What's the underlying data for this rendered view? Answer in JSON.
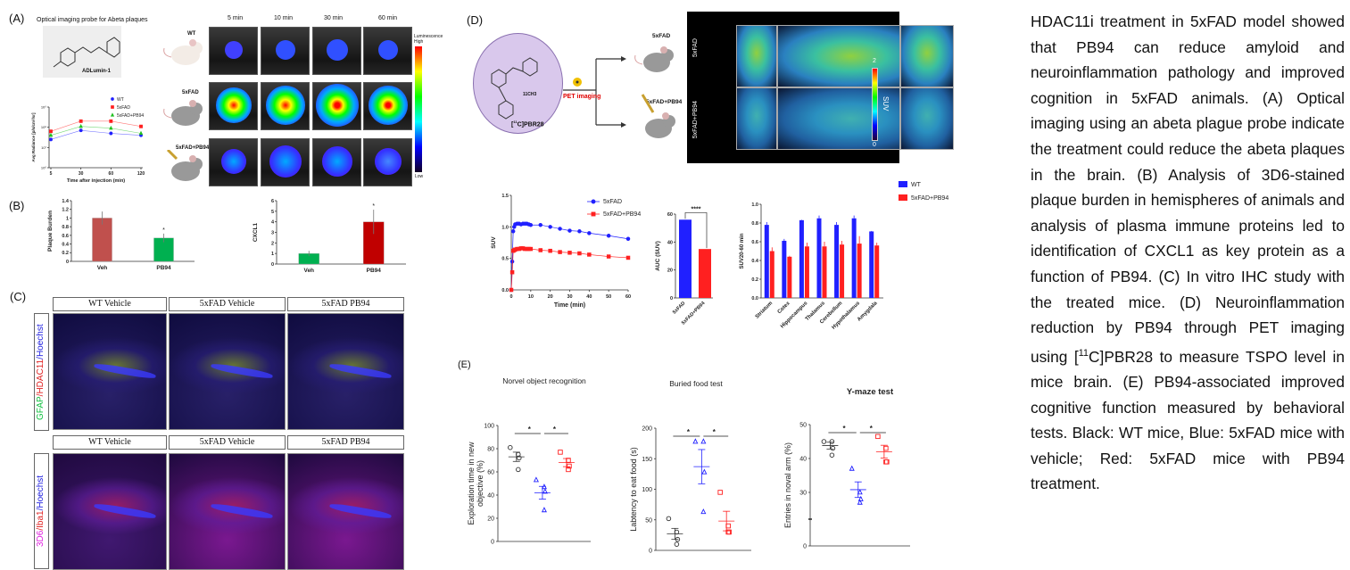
{
  "caption": {
    "before": "HDAC11i treatment in 5xFAD model showed that PB94 can reduce amyloid and neuroinflammation pathology and improved cognition in 5xFAD animals. (A) Optical imaging using an abeta plague probe indicate the treatment could reduce the abeta plaques in the brain. (B) Analysis of 3D6-stained plaque burden in hemispheres of animals and analysis of plasma immune proteins led to identification of CXCL1 as key protein as a function of PB94. (C) In vitro IHC study with the treated mice. (D) Neuroinflammation reduction by PB94 through PET imaging using [",
    "sup": "11",
    "after": "C]PBR28 to measure TSPO level in mice brain. (E) PB94-associated improved cognitive function measured by behavioral tests. Black: WT mice, Blue: 5xFAD mice with vehicle; Red: 5xFAD mice with PB94 treatment."
  },
  "panelA": {
    "label": "(A)",
    "probe_title": "Optical imaging probe for Abeta plaques",
    "probe_name": "ADLumin-1",
    "time_labels": [
      "5 min",
      "10 min",
      "30 min",
      "60 min"
    ],
    "groups": [
      "WT",
      "5xFAD",
      "5xFAD+PB94"
    ],
    "colorbar": {
      "title": "Luminescence",
      "high": "High",
      "low": "Low"
    }
  },
  "panelB": {
    "label": "(B)"
  },
  "panelC": {
    "label": "(C)",
    "columns": [
      "WT Vehicle",
      "5xFAD Vehicle",
      "5xFAD PB94"
    ],
    "row1_stain": {
      "a": "GFAP",
      "b": "/HDAC11",
      "c": "/Hoechst"
    },
    "row2_stain": {
      "a": "3D6",
      "b": "/Iba1",
      "c": "/Hoechst"
    }
  },
  "panelD": {
    "label": "(D)",
    "tracer": {
      "pre": "[",
      "sup": "11",
      "post": "C]PBR28"
    },
    "methyl": "11CH3",
    "pet_label": "PET imaging",
    "groups": [
      "5xFAD",
      "5xFAD+PB94"
    ],
    "colorbar": {
      "title": "SUV",
      "max": "2",
      "min": "0"
    }
  },
  "panelE": {
    "label": "(E)"
  },
  "colors": {
    "wt": "#333333",
    "fad": "#2020ff",
    "pb94": "#ff2020",
    "bar_veh_b1": "#c0504d",
    "bar_pb94_b1": "#00b050",
    "bar_veh_b2": "#00b050",
    "bar_pb94_b2": "#c00000"
  },
  "chart_data": [
    {
      "id": "A-radiance",
      "type": "line",
      "xlabel": "Time after injection (min)",
      "ylabel": "Avg Radiance [p/s/cm²/sr]",
      "x": [
        5,
        30,
        60,
        120
      ],
      "yscale": "log",
      "yticks": [
        "10⁶",
        "10⁷",
        "10⁸",
        "10⁹"
      ],
      "ylim": [
        1000000,
        1000000000
      ],
      "legend": "top-right",
      "series": [
        {
          "name": "WT",
          "values": [
            25000000,
            70000000,
            50000000,
            40000000
          ],
          "color": "#2020ff",
          "marker": "circle"
        },
        {
          "name": "5xFAD",
          "values": [
            63000000,
            200000000,
            200000000,
            110000000
          ],
          "color": "#ff2020",
          "marker": "square"
        },
        {
          "name": "5xFAD+PB94",
          "values": [
            40000000,
            110000000,
            90000000,
            50000000
          ],
          "color": "#20c020",
          "marker": "triangle"
        }
      ]
    },
    {
      "id": "B-plaque",
      "type": "bar",
      "categories": [
        "Veh",
        "PB94"
      ],
      "values": [
        1.0,
        0.54
      ],
      "errors": [
        0.15,
        0.1
      ],
      "ylabel": "Plaque Burden",
      "ylim": [
        0,
        1.4
      ],
      "yticks": [
        "0",
        "0.2",
        "0.4",
        "0.6",
        "0.8",
        "1",
        "1.2",
        "1.4"
      ],
      "annotations": [
        "",
        "*"
      ]
    },
    {
      "id": "B-cxcl1",
      "type": "bar",
      "categories": [
        "Veh",
        "PB94"
      ],
      "values": [
        1.0,
        4.0
      ],
      "errors": [
        0.25,
        1.15
      ],
      "ylabel": "CXCL1",
      "ylim": [
        0,
        6
      ],
      "yticks": [
        "0",
        "1",
        "2",
        "3",
        "4",
        "5",
        "6"
      ],
      "annotations": [
        "",
        "*"
      ]
    },
    {
      "id": "D-suv",
      "type": "line",
      "xlabel": "Time (min)",
      "ylabel": "SUV",
      "xlim": [
        0,
        60
      ],
      "ylim": [
        0,
        1.5
      ],
      "xticks": [
        "0",
        "10",
        "20",
        "30",
        "40",
        "50",
        "60"
      ],
      "yticks": [
        "0.0",
        "0.5",
        "1.0",
        "1.5"
      ],
      "legend": "top-right",
      "x": [
        0,
        0.5,
        1,
        1.5,
        2,
        3,
        4,
        5,
        6,
        7,
        8,
        9,
        10,
        15,
        20,
        25,
        30,
        35,
        40,
        50,
        60
      ],
      "series": [
        {
          "name": "5xFAD",
          "color": "#2020ff",
          "values": [
            0,
            0.45,
            0.93,
            1.0,
            1.04,
            1.05,
            1.05,
            1.04,
            1.05,
            1.05,
            1.05,
            1.04,
            1.03,
            1.03,
            1.0,
            0.97,
            0.94,
            0.93,
            0.9,
            0.86,
            0.81
          ]
        },
        {
          "name": "5xFAD+PB94",
          "color": "#ff2020",
          "values": [
            0,
            0.28,
            0.62,
            0.63,
            0.64,
            0.65,
            0.65,
            0.66,
            0.66,
            0.65,
            0.65,
            0.65,
            0.65,
            0.63,
            0.62,
            0.6,
            0.59,
            0.58,
            0.56,
            0.53,
            0.51
          ]
        }
      ]
    },
    {
      "id": "D-auc",
      "type": "bar",
      "categories": [
        "5xFAD",
        "5xFAD+PB94"
      ],
      "values": [
        56,
        35
      ],
      "colors": [
        "#2020ff",
        "#ff2020"
      ],
      "ylabel": "AUC (SUV)",
      "ylim": [
        0,
        60
      ],
      "yticks": [
        "0",
        "20",
        "40",
        "60"
      ],
      "significance": "****"
    },
    {
      "id": "D-regional",
      "type": "bar",
      "ylabel": "SUV20-60 min",
      "ylim": [
        0,
        1.0
      ],
      "yticks": [
        "0.0",
        "0.2",
        "0.4",
        "0.6",
        "0.8",
        "1.0"
      ],
      "legend": "top-right",
      "categories": [
        "Striatum",
        "Cotex",
        "Hippocampus",
        "Thalamus",
        "Cerebellum",
        "Hypothalamus",
        "Amygdala"
      ],
      "series": [
        {
          "name": "WT",
          "color": "#2020ff",
          "values": [
            0.78,
            0.61,
            0.83,
            0.85,
            0.78,
            0.85,
            0.71
          ],
          "errors": [
            0.03,
            0.02,
            0.005,
            0.03,
            0.03,
            0.03,
            0.005
          ]
        },
        {
          "name": "5xFAD+PB94",
          "color": "#ff2020",
          "values": [
            0.5,
            0.44,
            0.55,
            0.55,
            0.57,
            0.58,
            0.56
          ],
          "errors": [
            0.04,
            0.01,
            0.04,
            0.05,
            0.04,
            0.08,
            0.03
          ]
        }
      ]
    },
    {
      "id": "E-nor",
      "type": "scatter",
      "title": "Norvel object recognition",
      "ylabel": "Exploration time in new objective (%)",
      "ylim": [
        0,
        100
      ],
      "yticks": [
        "0",
        "20",
        "40",
        "60",
        "80",
        "100"
      ],
      "significance": [
        "*",
        "*"
      ],
      "groups": [
        {
          "color": "#333333",
          "marker": "circle",
          "points": [
            81,
            75,
            72,
            62
          ],
          "mean": 73,
          "sem": 4
        },
        {
          "color": "#2020ff",
          "marker": "triangle",
          "points": [
            53,
            47,
            43,
            27
          ],
          "mean": 42,
          "sem": 5.5
        },
        {
          "color": "#ff2020",
          "marker": "square",
          "points": [
            77,
            70,
            65,
            62
          ],
          "mean": 68,
          "sem": 3.5
        }
      ]
    },
    {
      "id": "E-buried",
      "type": "scatter",
      "title": "Buried food test",
      "ylabel": "Labtency to eat food (s)",
      "ylim": [
        0,
        200
      ],
      "yticks": [
        "0",
        "50",
        "100",
        "150",
        "200"
      ],
      "significance": [
        "*",
        "*"
      ],
      "groups": [
        {
          "color": "#333333",
          "marker": "circle",
          "points": [
            52,
            30,
            18,
            10
          ],
          "mean": 27,
          "sem": 9
        },
        {
          "color": "#2020ff",
          "marker": "triangle",
          "points": [
            178,
            178,
            128,
            63
          ],
          "mean": 137,
          "sem": 28
        },
        {
          "color": "#ff2020",
          "marker": "square",
          "points": [
            95,
            40,
            30,
            30
          ],
          "mean": 48,
          "sem": 16
        }
      ]
    },
    {
      "id": "E-ymaze",
      "type": "scatter",
      "title": "Y-maze test",
      "ylabel": "Entries in noval arm (%)",
      "ylim": [
        0,
        50
      ],
      "yticks": [
        "0",
        "30",
        "40",
        "50"
      ],
      "axis_break": true,
      "significance": [
        "*",
        "*"
      ],
      "groups": [
        {
          "color": "#333333",
          "marker": "circle",
          "points": [
            45,
            45,
            43,
            41
          ],
          "mean": 43.8,
          "sem": 1
        },
        {
          "color": "#2020ff",
          "marker": "triangle",
          "points": [
            37,
            30,
            28,
            27
          ],
          "mean": 30.8,
          "sem": 2.3
        },
        {
          "color": "#ff2020",
          "marker": "square",
          "points": [
            46.5,
            43,
            39,
            39
          ],
          "mean": 42,
          "sem": 1.9
        }
      ]
    }
  ]
}
